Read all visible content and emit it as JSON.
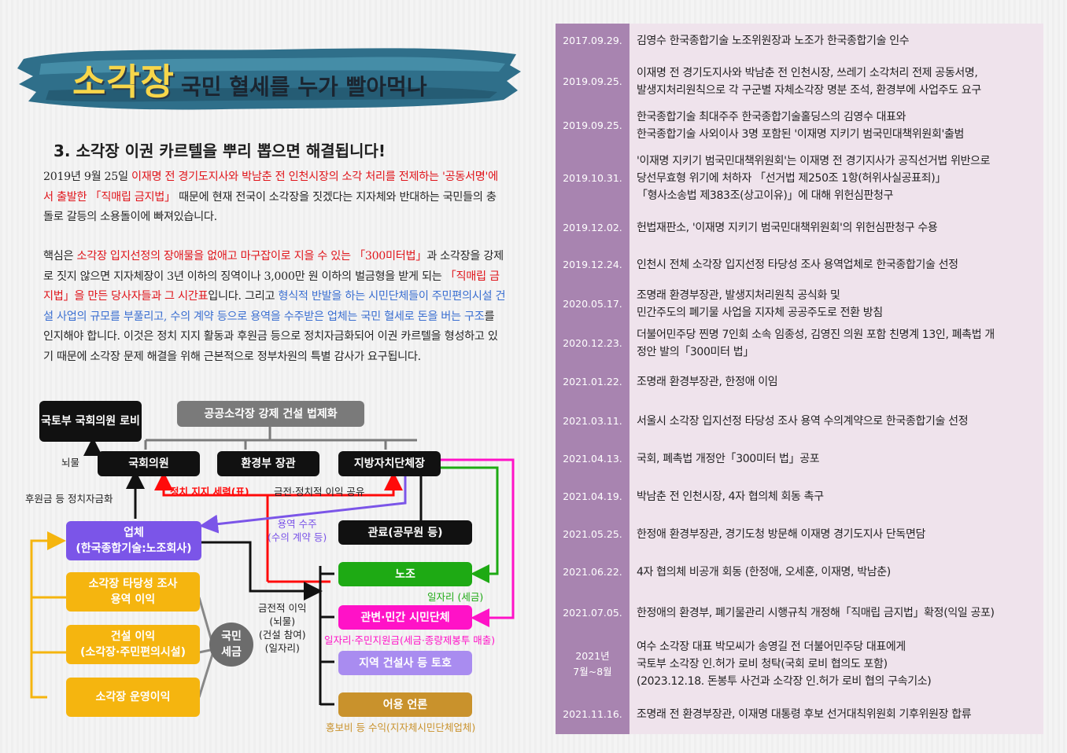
{
  "banner": {
    "title_main": "소각장",
    "title_sub": "국민 혈세를 누가 빨아먹나"
  },
  "heading": "3. 소각장 이권 카르텔을 뿌리 뽑으면 해결됩니다!",
  "para1": {
    "a": " 2019년 9월 25일 ",
    "b": "이재명 전 경기도지사와 박남춘 전 인천시장의 소각 처리를 전제하는 '공동서명'에서 출발한 「직매립 금지법」",
    "c": " 때문에 현재 전국이 소각장을 짓겠다는 지자체와 반대하는 국민들의 충돌로 갈등의 소용돌이에 빠져있습니다."
  },
  "para2": {
    "a": "핵심은 ",
    "b": "소각장 입지선정의 장애물을 없애고 마구잡이로 지을 수 있는 「300미터법」",
    "c": "과 소각장을 강제로 짓지 않으면 지자체장이 3년 이하의 징역이나 3,000만 원 이하의 벌금형을 받게 되는 ",
    "d": "「직매립 금지법」을 만든 당사자들과 그 시간표",
    "e": "입니다. 그리고 ",
    "f": "형식적 반발을 하는 시민단체들이 주민편의시설 건설 사업의 규모를 부풀리고, 수의 계약 등으로 용역을 수주받은 업체는 국민 혈세로 돈을 버는 구조",
    "g": "를 인지해야 합니다. 이것은 정치 지지 활동과 후원금 등으로 정치자금화되어 이권 카르텔을 형성하고 있기 때문에 소각장 문제 해결을 위해 근본적으로 정부차원의 특별 감사가 요구됩니다."
  },
  "diagram": {
    "lobby": "국토부\n국회의원 로비",
    "law": "공공소각장 강제 건설 법제화",
    "assembly": "국회의원",
    "minister": "환경부 장관",
    "local_head": "지방자치단체장",
    "company": "업체\n(한국종합기술:노조회사)",
    "officials": "관료(공무원 등)",
    "union": "노조",
    "civic": "관변·민간 시민단체",
    "builders": "지역 건설사 등 토호",
    "media": "어용 언론",
    "benefit1": "소각장 타당성 조사\n용역 이익",
    "benefit2": "건설 이익\n(소각장·주민편의시설)",
    "benefit3": "소각장 운영이익",
    "tax": "국민\n세금",
    "lbl_bribe": "뇌물",
    "lbl_donation": "후원금 등 정치자금화",
    "lbl_support": "정치 지지 세력(표)",
    "lbl_share": "금전·정치적 이익 공유",
    "lbl_contract": "용역 수주\n(수의 계약 등)",
    "lbl_money": "금전적 이익\n(뇌물)\n(건설 참여)\n(일자리)",
    "lbl_union": "일자리 (세금)",
    "lbl_civic": "일자리·주민지원금(세금·종량제봉투 매출)",
    "lbl_media": "홍보비 등 수익(지자체시민단체업체)"
  },
  "colors": {
    "black": "#111111",
    "gray": "#7a7a7a",
    "purple": "#7b55e8",
    "green": "#1eaa14",
    "magenta": "#ff12c7",
    "lavender": "#a98cf0",
    "ochre": "#c9922c",
    "yellow": "#f5b50f",
    "red": "#ff0a0a",
    "date_bg": "#a884b0",
    "row_bg": "#efe3ec"
  },
  "timeline": [
    {
      "date": "2017.09.29.",
      "text": [
        "김영수 한국종합기술 노조위원장과 노조가 한국종합기술 인수"
      ]
    },
    {
      "date": "2019.09.25.",
      "text": [
        "이재명 전 경기도지사와 박남춘 전 인천시장, 쓰레기 소각처리 전제 공동서명,",
        "발생지처리원칙으로 각 구군별 자체소각장 명분 조석, 환경부에 사업주도 요구"
      ]
    },
    {
      "date": "2019.09.25.",
      "text": [
        "한국종합기술 최대주주 한국종합기술홀딩스의 김영수 대표와",
        "한국종합기술 사외이사 3명 포함된 '이재명 지키기 범국민대책위원회'출범"
      ]
    },
    {
      "date": "2019.10.31.",
      "text": [
        "'이재명 지키기 범국민대책위원회'는 이재명 전 경기지사가 공직선거법 위반으로",
        "당선무효형 위기에 처하자 「선거법 제250조 1항(허위사실공표죄)」",
        "「형사소송법 제383조(상고이유)」에 대해 위헌심판청구"
      ]
    },
    {
      "date": "2019.12.02.",
      "text": [
        "헌법재판소, '이재명 지키기 범국민대책위원회'의 위헌심판청구 수용"
      ]
    },
    {
      "date": "2019.12.24.",
      "text": [
        "인천시 전체 소각장 입지선정 타당성 조사 용역업체로 한국종합기술 선정"
      ]
    },
    {
      "date": "2020.05.17.",
      "text": [
        "조명래 환경부장관, 발생지처리원칙 공식화 및",
        "민간주도의 폐기물 사업을 지자체 공공주도로 전환 방침"
      ]
    },
    {
      "date": "2020.12.23.",
      "text": [
        "더불어민주당 찐명 7인회 소속 임종성, 김영진 의원 포함 친명계 13인, 폐촉법 개",
        "정안 발의「300미터 법」"
      ]
    },
    {
      "date": "2021.01.22.",
      "text": [
        "조명래 환경부장관, 한정애 이임"
      ]
    },
    {
      "date": "2021.03.11.",
      "text": [
        "서울시 소각장 입지선정 타당성 조사 용역 수의계약으로 한국종합기술 선정"
      ]
    },
    {
      "date": "2021.04.13.",
      "text": [
        "국회, 폐촉법 개정안「300미터 법」공포"
      ]
    },
    {
      "date": "2021.04.19.",
      "text": [
        "박남춘 전 인천시장, 4자 협의체 회동 촉구"
      ]
    },
    {
      "date": "2021.05.25.",
      "text": [
        "한정애 환경부장관, 경기도청 방문해 이재명 경기도지사 단독면담"
      ]
    },
    {
      "date": "2021.06.22.",
      "text": [
        "4자 협의체 비공개 회동 (한정애, 오세훈, 이재명, 박남춘)"
      ]
    },
    {
      "date": "2021.07.05.",
      "text": [
        "한정애의 환경부, 폐기물관리 시행규칙 개정해「직매립 금지법」확정(익일 공포)"
      ]
    },
    {
      "date": "2021년\n7월~8월",
      "text": [
        "여수 소각장 대표 박모씨가 송영길 전 더불어민주당 대표에게",
        "국토부 소각장 인.허가 로비 청탁(국회 로비 협의도 포함)",
        "(2023.12.18. 돈봉투 사건과 소각장 인.허가 로비 협의 구속기소)"
      ]
    },
    {
      "date": "2021.11.16.",
      "text": [
        "조명래 전 환경부장관, 이재명 대통령 후보 선거대칙위원회 기후위원장 합류"
      ]
    }
  ]
}
